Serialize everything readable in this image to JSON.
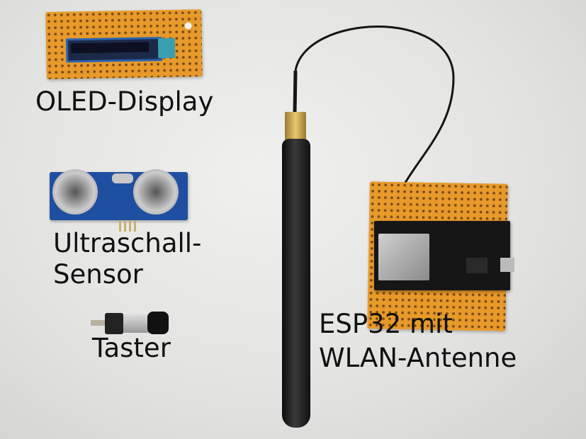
{
  "labels": {
    "oled": "OLED-Display",
    "ultrasonic_line1": "Ultraschall-",
    "ultrasonic_line2": "Sensor",
    "button": "Taster",
    "esp_line1": "ESP32 mit",
    "esp_line2": "WLAN-Antenne"
  },
  "colors": {
    "pcb": "#e79a2a",
    "sensor_board": "#1f4fa0",
    "antenna": "#1a1a1a",
    "background": "#e6e6e4"
  }
}
